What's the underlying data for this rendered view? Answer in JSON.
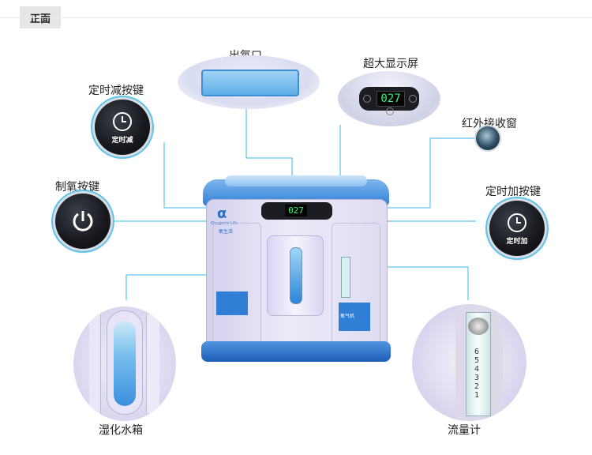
{
  "tab": {
    "label": "正面"
  },
  "callouts": {
    "outlet": "出氧口",
    "display": "超大显示屏",
    "timer_minus": "定时减按键",
    "ir_window": "红外接收窗",
    "oxygen_button": "制氧按键",
    "timer_plus": "定时加按键",
    "humidifier": "湿化水箱",
    "flowmeter": "流量计"
  },
  "badges": {
    "timer_minus": "定时减",
    "timer_plus": "定时加"
  },
  "display": {
    "value": "027"
  },
  "device": {
    "brand_logo": "α",
    "brand_name": "Oxygenic Life",
    "brand_cn": "氧生活",
    "front_label": "氧气机"
  },
  "flow_scale": [
    "6",
    "5",
    "4",
    "3",
    "2",
    "1"
  ],
  "colors": {
    "accent": "#5bc0eb",
    "line": "#3ab3e6",
    "body": "#e4e2f4",
    "blue": "#2f7fd6"
  }
}
